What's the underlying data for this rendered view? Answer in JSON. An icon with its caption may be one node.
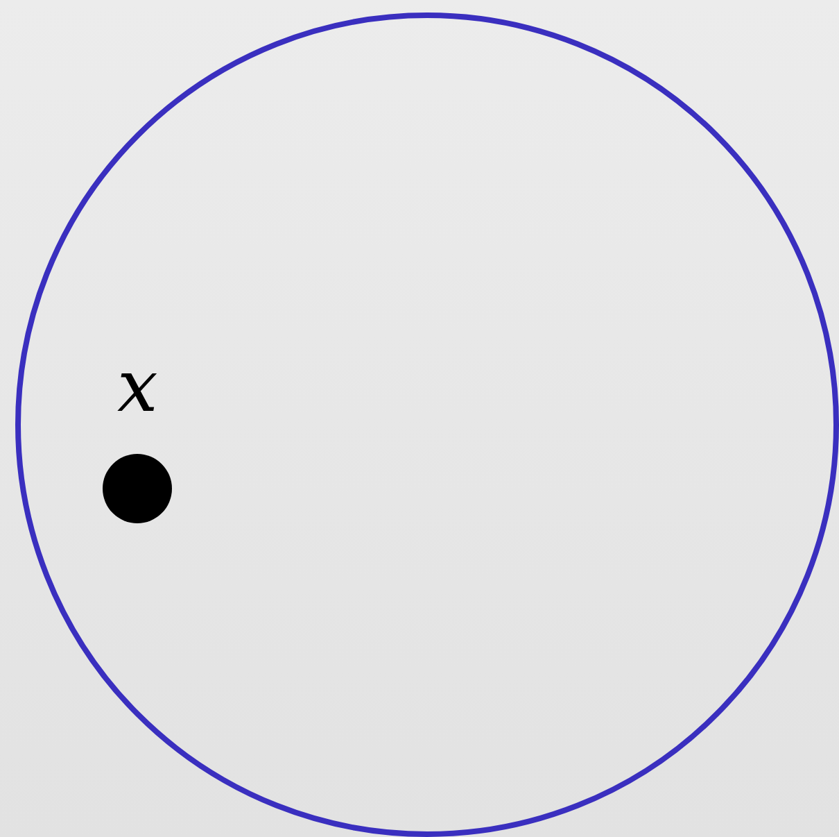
{
  "diagram": {
    "nodes": [
      {
        "text": [],
        "shape": "circle"
      },
      {
        "text": [],
        "shape": "circle",
        "in": 0,
        "beside": [
          "x"
        ]
      }
    ]
  }
}
